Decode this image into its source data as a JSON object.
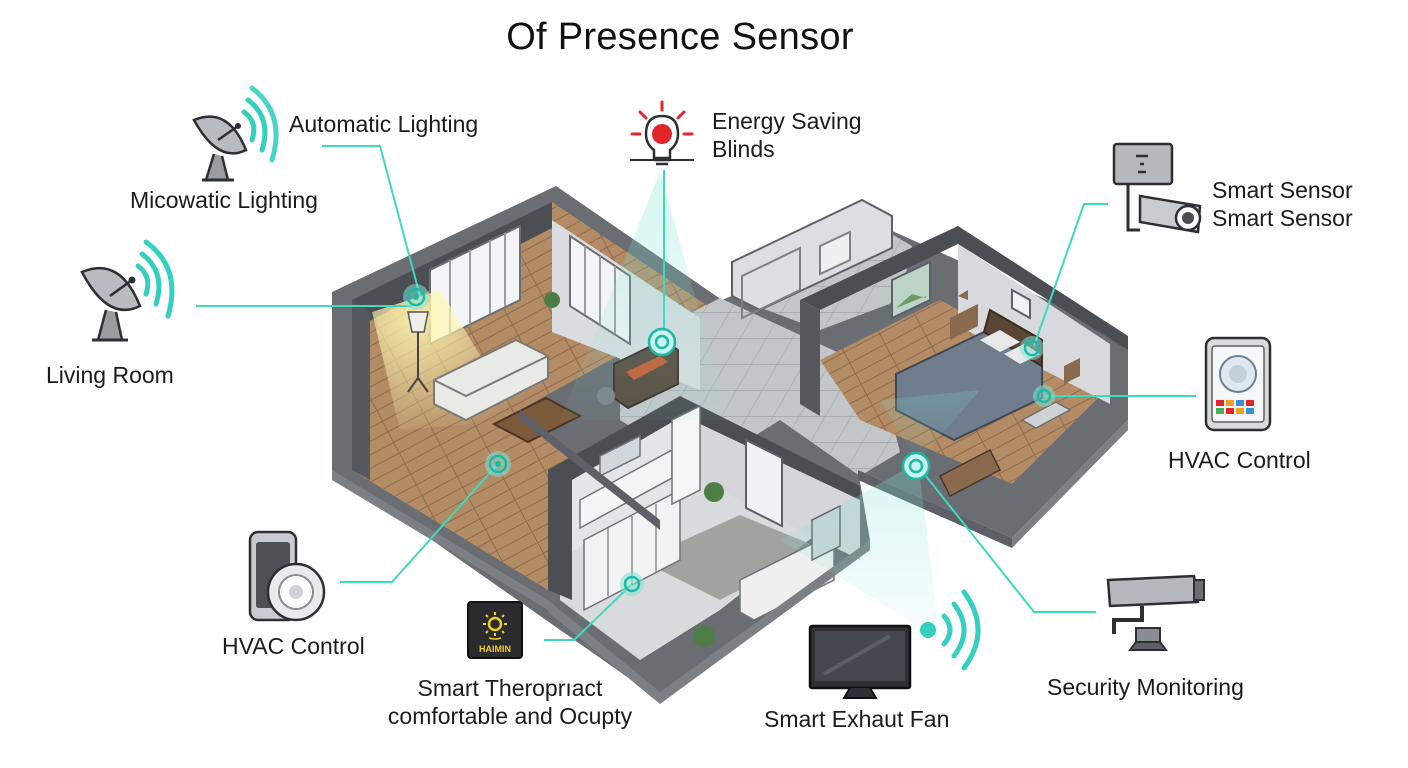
{
  "title": "Of Presence Sensor",
  "labels": {
    "automatic_lighting": "Automatic Lighting",
    "micowatic_lighting": "Micowatic Lighting",
    "living_room": "Living Room",
    "energy_saving_line1": "Energy Saving",
    "energy_saving_line2": "Blinds",
    "smart_sensor_line1": "Smart Sensor",
    "smart_sensor_line2": "Smart Sensor",
    "hvac_control_right": "HVAC Control",
    "hvac_control_left": "HVAC Control",
    "thermostat_line1": "Smart Theroprıact",
    "thermostat_line2": "comfortable and Ocupty",
    "smart_exhaust_fan": "Smart Exhaut Fan",
    "security_monitoring": "Security Monitoring",
    "thermostat_display": "HAIMIN"
  },
  "colors": {
    "connector": "#3fd9c0",
    "signal": "#35cfc0",
    "wall": "#5d6066",
    "floor_wood": "#b48e68",
    "floor_tile": "#b9bcbf",
    "alert_red": "#e0262a",
    "sun_yellow": "#f0d020"
  },
  "icons": [
    "satellite-dish-icon",
    "bulb-alert-icon",
    "wall-camera-icon",
    "tablet-control-icon",
    "phone-sensor-icon",
    "thermostat-icon",
    "tv-icon",
    "security-camera-icon",
    "wifi-signal-icon"
  ]
}
